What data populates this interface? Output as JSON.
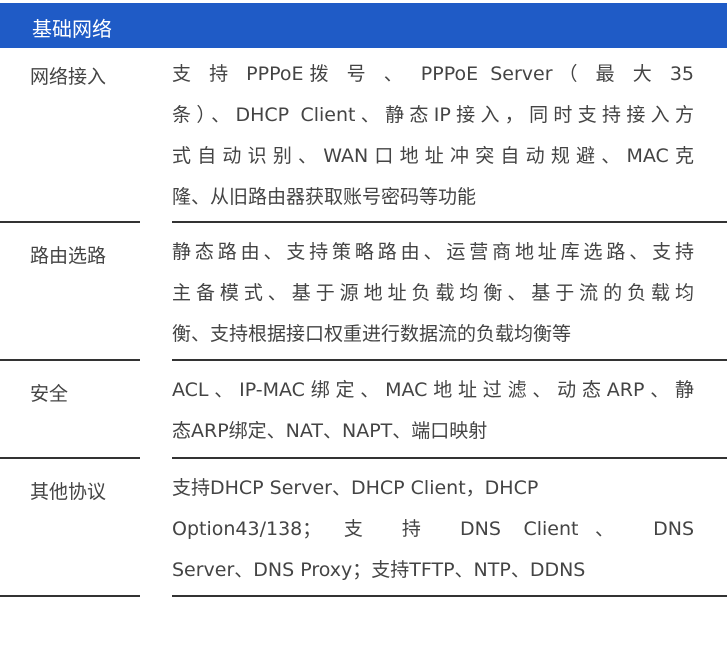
{
  "header": {
    "title": "基础网络"
  },
  "rows": [
    {
      "label": "网络接入",
      "lines": [
        "支 持 PPPoE拨 号 、 PPPoE  Server（ 最 大 35",
        "条）、DHCP Client、静态IP接入，同时支持接入方",
        "式自动识别、WAN口地址冲突自动规避、MAC克",
        "隆、从旧路由器获取账号密码等功能"
      ]
    },
    {
      "label": "路由选路",
      "lines": [
        "静态路由、支持策略路由、运营商地址库选路、支持",
        "主备模式、基于源地址负载均衡、基于流的负载均",
        "衡、支持根据接口权重进行数据流的负载均衡等"
      ]
    },
    {
      "label": "安全",
      "lines": [
        "ACL、IP-MAC绑定、MAC地址过滤、动态ARP、静",
        "态ARP绑定、NAT、NAPT、端口映射"
      ]
    },
    {
      "label": "其他协议",
      "lines": [
        "支持DHCP Server、DHCP Client，DHCP",
        "Option43/138； 支 持 DNS Client、 DNS",
        "Server、DNS Proxy；支持TFTP、NTP、DDNS"
      ]
    }
  ]
}
